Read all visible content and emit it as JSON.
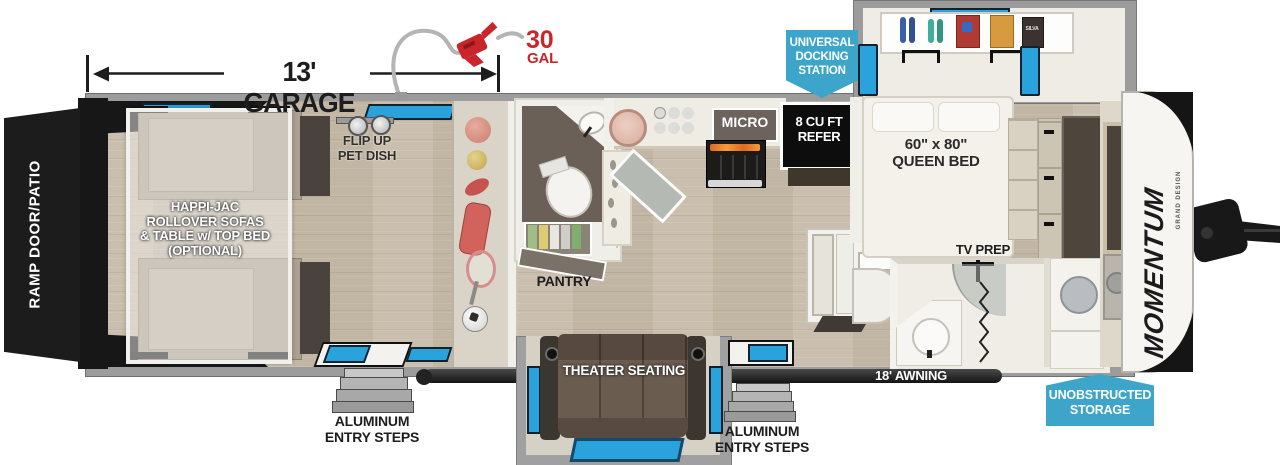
{
  "annotations": {
    "garage_dimension": "13' GARAGE",
    "fuel_capacity": "30",
    "fuel_unit": "GAL",
    "awning": "18' AWNING"
  },
  "badges": {
    "docking": "UNIVERSAL\nDOCKING\nSTATION",
    "storage": "UNOBSTRUCTED\nSTORAGE"
  },
  "labels": {
    "ramp": "RAMP DOOR/PATIO",
    "sofas": "HAPPI-JAC\nROLLOVER SOFAS\n& TABLE w/ TOP BED\n(OPTIONAL)",
    "pet_dish": "FLIP UP\nPET DISH",
    "pantry": "PANTRY",
    "micro": "MICRO",
    "refer": "8 CU FT\nREFER",
    "queen_bed": "60\" x 80\"\nQUEEN BED",
    "tv_prep": "TV PREP",
    "theater": "THEATER SEATING",
    "steps_left": "ALUMINUM\nENTRY STEPS",
    "steps_right": "ALUMINUM\nENTRY STEPS"
  },
  "brand": {
    "logo": "MOMENTUM",
    "maker": "GRAND DESIGN",
    "closet_item": "SILVA"
  },
  "colors": {
    "window_blue": "#2aa3dc",
    "badge_blue": "#3ca5c9",
    "accent_red": "#c9252b",
    "wall_gray": "#9c9c9c",
    "floor_wood": "#c7bcaa"
  }
}
